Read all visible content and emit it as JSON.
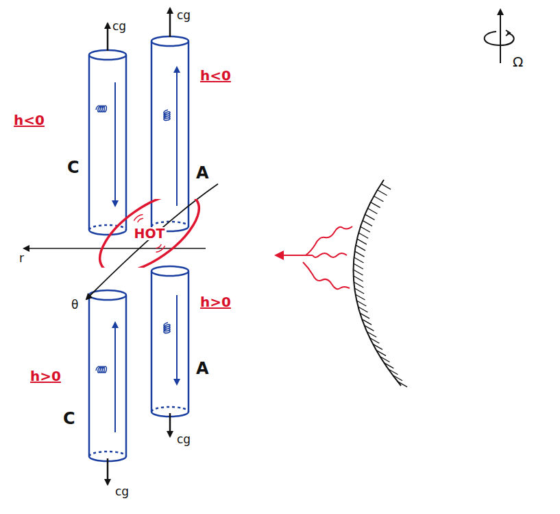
{
  "diagram": {
    "nodes": [
      {
        "text": [
          "HOT"
        ]
      }
    ],
    "labels": [
      "cg",
      "cg",
      "h<0",
      "h<0",
      "C",
      "A",
      "Ω",
      "r",
      "θ",
      "h>0",
      "h>0",
      "A",
      "C",
      "cg",
      "cg"
    ]
  }
}
